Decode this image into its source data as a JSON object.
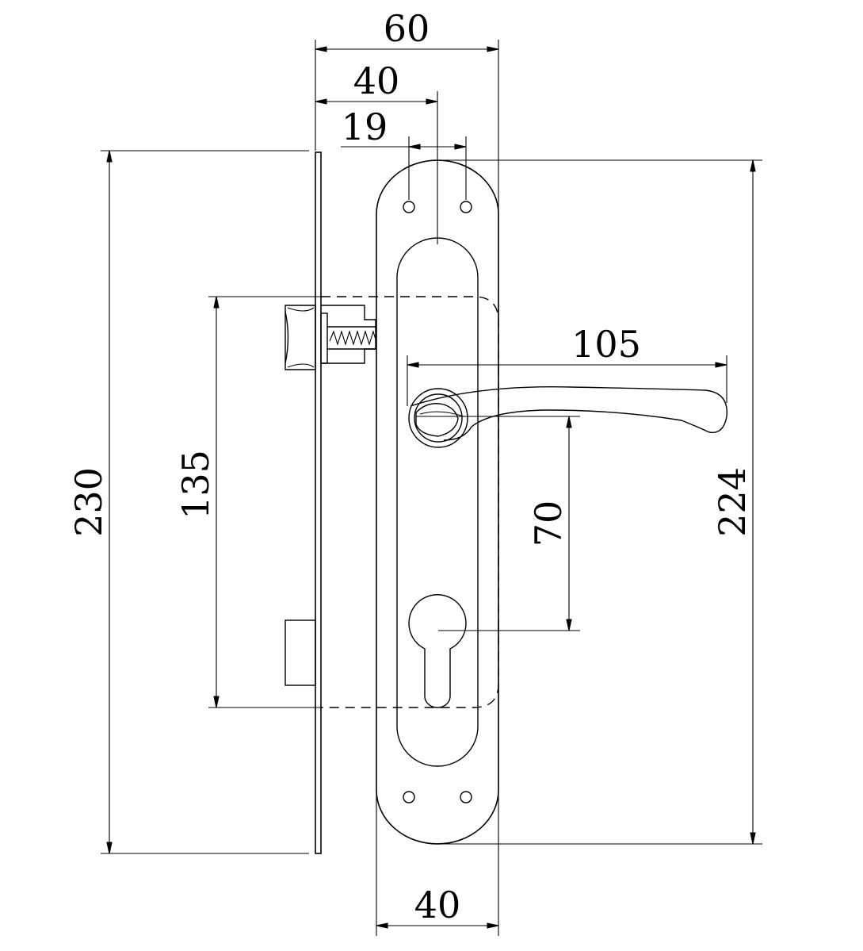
{
  "dimensions": {
    "total_width": "60",
    "width_to_handle_axis": "40",
    "screw_spacing": "19",
    "faceplate_height": "230",
    "cutout_height": "135",
    "handle_length": "105",
    "handle_to_cylinder": "70",
    "escutcheon_height": "224",
    "escutcheon_width": "40"
  },
  "colors": {
    "stroke": "#000000",
    "background": "#ffffff"
  }
}
